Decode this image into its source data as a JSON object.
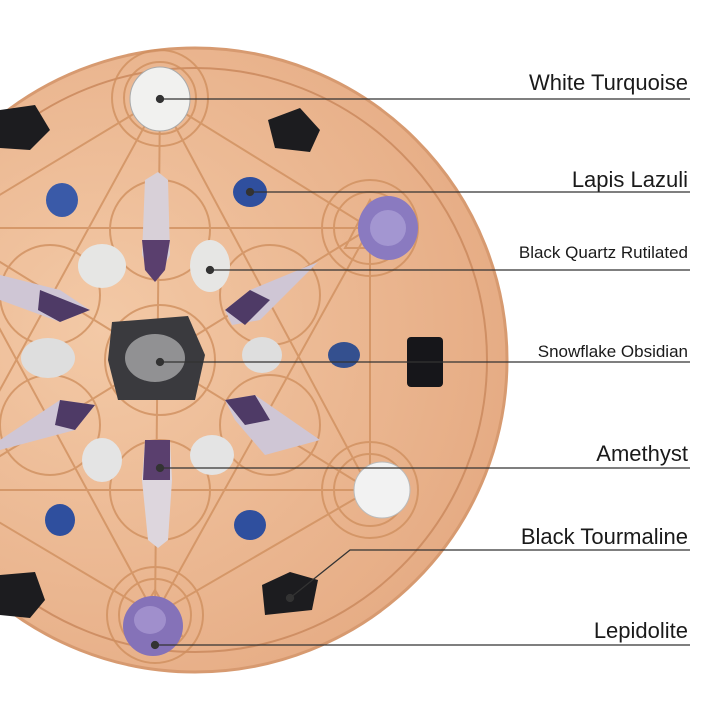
{
  "labels": [
    {
      "text": "White Turquoise"
    },
    {
      "text": "Lapis Lazuli"
    },
    {
      "text": "Black Quartz Rutilated"
    },
    {
      "text": "Snowflake Obsidian"
    },
    {
      "text": "Amethyst"
    },
    {
      "text": "Black Tourmaline"
    },
    {
      "text": "Lepidolite"
    }
  ],
  "colors": {
    "wood": "#ecb994",
    "engraving": "#c98a5e",
    "line": "#333333"
  }
}
